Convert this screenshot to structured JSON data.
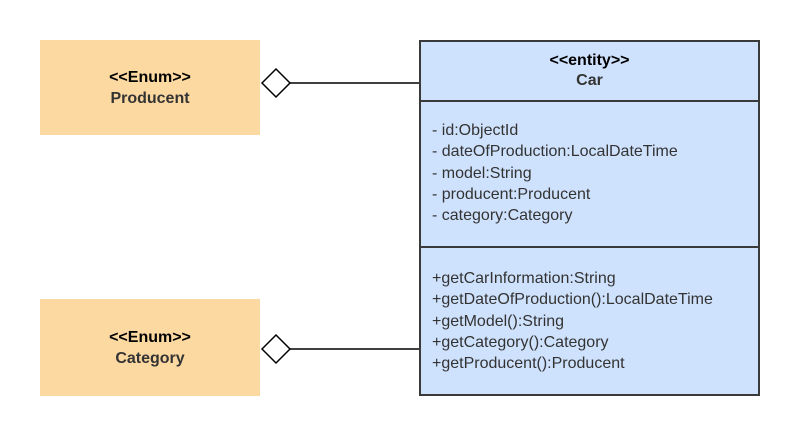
{
  "producent_enum": {
    "stereotype": "<<Enum>>",
    "name": "Producent"
  },
  "category_enum": {
    "stereotype": "<<Enum>>",
    "name": "Category"
  },
  "car_class": {
    "stereotype": "<<entity>>",
    "name": "Car",
    "attributes": [
      "- id:ObjectId",
      "- dateOfProduction:LocalDateTime",
      "- model:String",
      "- producent:Producent",
      "- category:Category"
    ],
    "methods": [
      "+getCarInformation:String",
      "+getDateOfProduction():LocalDateTime",
      "+getModel():String",
      "+getCategory():Category",
      "+getProducent():Producent"
    ]
  },
  "colors": {
    "enum_fill": "#fdd9a2",
    "class_fill": "#cfe2fd",
    "border": "#3a3a3a"
  }
}
